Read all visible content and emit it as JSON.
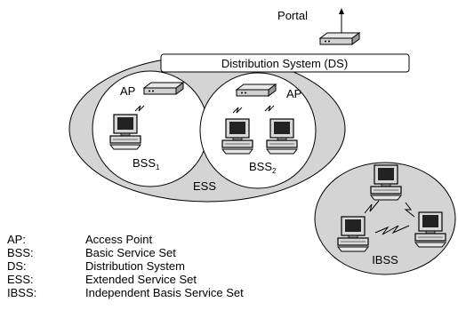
{
  "portal": {
    "label": "Portal"
  },
  "ds": {
    "label": "Distribution System (DS)"
  },
  "aps": [
    {
      "label": "AP"
    },
    {
      "label": "AP"
    }
  ],
  "bss": [
    {
      "label": "BSS",
      "sub": "1"
    },
    {
      "label": "BSS",
      "sub": "2"
    }
  ],
  "ess": {
    "label": "ESS"
  },
  "ibss": {
    "label": "IBSS"
  },
  "legend": [
    {
      "abbr": "AP:",
      "meaning": "Access Point"
    },
    {
      "abbr": "BSS:",
      "meaning": "Basic Service Set"
    },
    {
      "abbr": "DS:",
      "meaning": "Distribution System"
    },
    {
      "abbr": "ESS:",
      "meaning": "Extended Service Set"
    },
    {
      "abbr": "IBSS:",
      "meaning": "Independent Basis Service Set"
    }
  ]
}
